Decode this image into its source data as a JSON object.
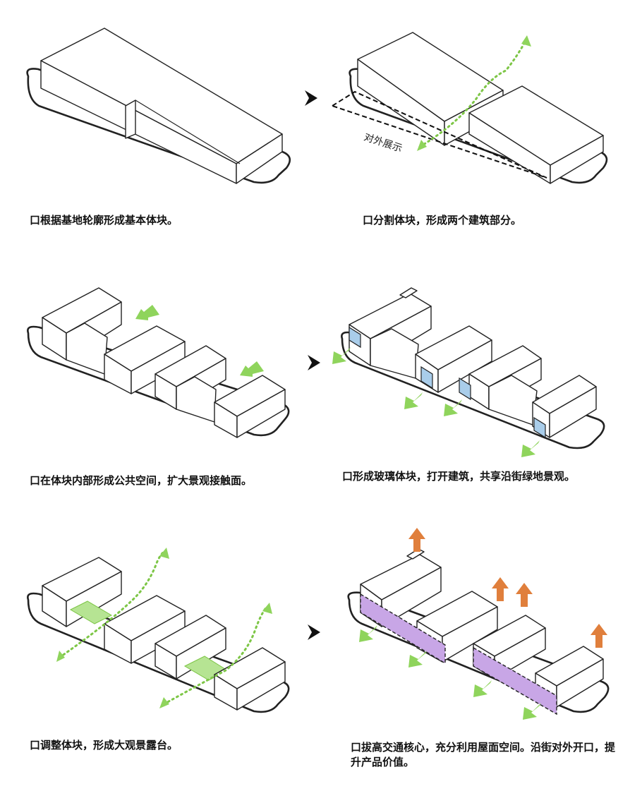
{
  "colors": {
    "line": "#222222",
    "green": "#8fd45c",
    "green_path": "#7dc646",
    "glass": "#a9cdea",
    "core_purple": "#c8a6e6",
    "roof_arrow": "#e07f3c",
    "dashed_region": "#111111"
  },
  "icons": {
    "next_step": "chevron-right-icon"
  },
  "steps": [
    {
      "caption": "口根据基地轮廓形成基本体块。"
    },
    {
      "caption": "口分割体块，形成两个建筑部分。",
      "annotation": "对外展示"
    },
    {
      "caption": "口在体块内部形成公共空间，扩大景观接触面。"
    },
    {
      "caption": "口形成玻璃体块，打开建筑，共享沿街绿地景观。"
    },
    {
      "caption": "口调整体块，形成大观景露台。"
    },
    {
      "caption": "口拔高交通核心，充分利用屋面空间。沿街对外开口，提升产品价值。"
    }
  ]
}
